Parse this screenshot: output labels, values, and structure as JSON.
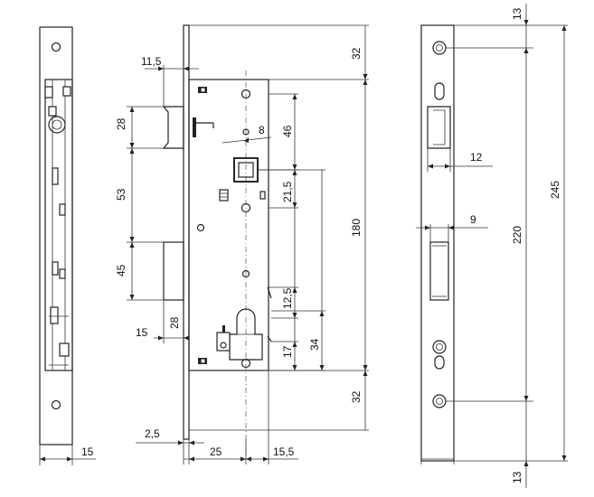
{
  "dimensions": {
    "backset_width": "11,5",
    "latch_height": "28",
    "handle_square": "8",
    "latch_to_handle": "46",
    "handle_to_mid": "21,5",
    "latch_to_bolt": "53",
    "deadbolt_height": "45",
    "deadbolt_throw": "28",
    "cylinder_offset": "15",
    "cyl_gap": "12,5",
    "case_height": "180",
    "cyl_span": "34",
    "cyl_lower": "17",
    "top_margin": "32",
    "bottom_margin": "32",
    "faceplate_thickness": "2,5",
    "backset": "25",
    "case_edge": "15,5",
    "side_width": "15",
    "front_top": "13",
    "front_bottom": "13",
    "faceplate_length": "245",
    "hole_spacing": "220",
    "latch_width": "12",
    "bolt_width": "9"
  }
}
